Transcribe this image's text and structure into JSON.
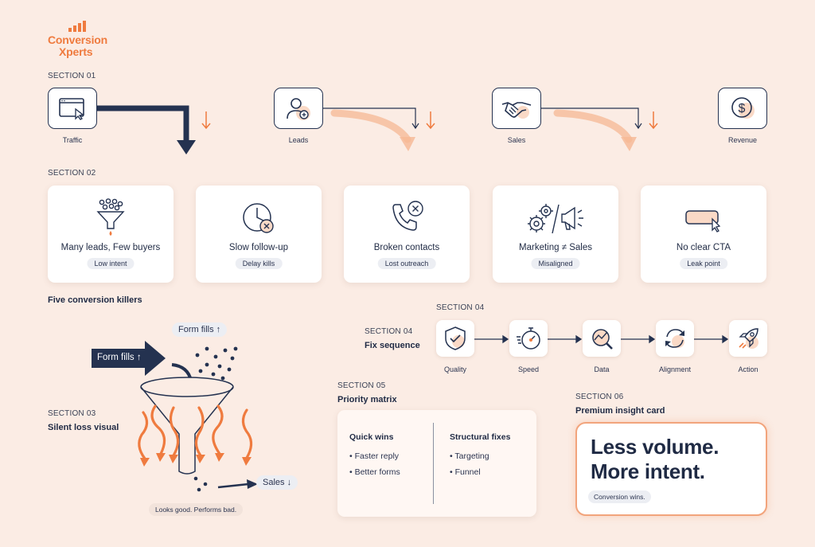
{
  "logo": {
    "line1": "Conversion",
    "line2": "Xperts"
  },
  "section01": {
    "label": "SECTION 01",
    "stages": [
      {
        "label": "Traffic",
        "icon": "browser-cursor-icon"
      },
      {
        "label": "Leads",
        "icon": "user-add-icon"
      },
      {
        "label": "Sales",
        "icon": "handshake-icon"
      },
      {
        "label": "Revenue",
        "icon": "dollar-coin-icon"
      }
    ]
  },
  "section02": {
    "label": "SECTION 02",
    "caption": "Five conversion killers",
    "cards": [
      {
        "title": "Many leads, Few buyers",
        "tag": "Low intent",
        "icon": "funnel-icon"
      },
      {
        "title": "Slow follow-up",
        "tag": "Delay kills",
        "icon": "clock-x-icon"
      },
      {
        "title": "Broken contacts",
        "tag": "Lost outreach",
        "icon": "phone-x-icon"
      },
      {
        "title": "Marketing ≠ Sales",
        "tag": "Misaligned",
        "icon": "gears-megaphone-icon"
      },
      {
        "title": "No clear CTA",
        "tag": "Leak point",
        "icon": "button-cursor-icon"
      }
    ]
  },
  "section03": {
    "label": "SECTION 03",
    "title": "Silent loss visual",
    "form_fills_in": "Form fills ↑",
    "form_fills_top": "Form fills ↑",
    "sales_out": "Sales ↓",
    "footer": "Looks good. Performs bad."
  },
  "section04": {
    "label_top": "SECTION 04",
    "label": "SECTION 04",
    "title": "Fix sequence",
    "steps": [
      {
        "label": "Quality",
        "icon": "shield-check-icon"
      },
      {
        "label": "Speed",
        "icon": "stopwatch-icon"
      },
      {
        "label": "Data",
        "icon": "chart-magnifier-icon"
      },
      {
        "label": "Alignment",
        "icon": "sync-arrows-icon"
      },
      {
        "label": "Action",
        "icon": "rocket-icon"
      }
    ]
  },
  "section05": {
    "label": "SECTION 05",
    "title": "Priority matrix",
    "col1": {
      "heading": "Quick wins",
      "items": [
        "Faster reply",
        "Better forms"
      ]
    },
    "col2": {
      "heading": "Structural fixes",
      "items": [
        "Targeting",
        "Funnel"
      ]
    }
  },
  "section06": {
    "label": "SECTION 06",
    "title": "Premium insight card",
    "line1": "Less volume.",
    "line2": "More intent.",
    "tag": "Conversion wins."
  },
  "colors": {
    "navy": "#243250",
    "orange": "#ef7b3f",
    "background": "#fbece4"
  }
}
